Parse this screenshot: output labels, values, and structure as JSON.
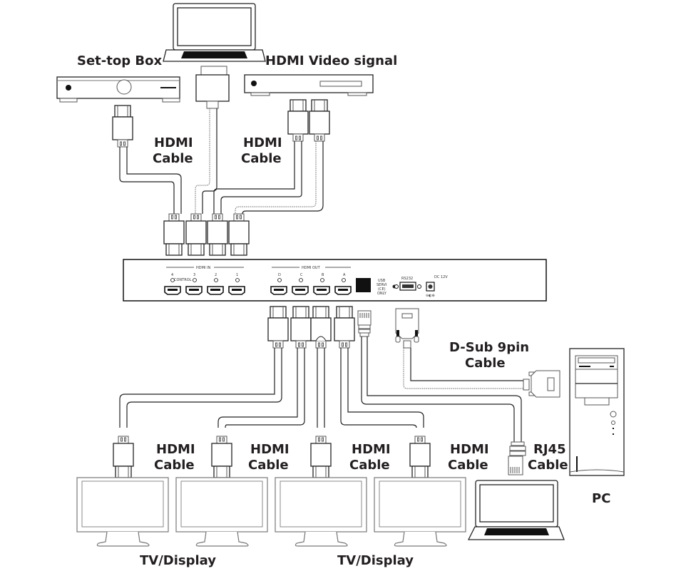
{
  "labels": {
    "set_top_box": "Set-top Box",
    "hdmi_video_signal": "HDMI Video signal",
    "hdmi_cable_in_left": [
      "HDMI",
      "Cable"
    ],
    "hdmi_cable_in_right": [
      "HDMI",
      "Cable"
    ],
    "dsub_cable": [
      "D-Sub 9pin",
      "Cable"
    ],
    "hdmi_cable_out": [
      [
        "HDMI",
        "Cable"
      ],
      [
        "HDMI",
        "Cable"
      ],
      [
        "HDMI",
        "Cable"
      ],
      [
        "HDMI",
        "Cable"
      ]
    ],
    "rj45_cable": [
      "RJ45",
      "Cable"
    ],
    "pc": "PC",
    "tv_display_left": "TV/Display",
    "tv_display_right": "TV/Display"
  },
  "device_panel": {
    "hdmi_in_title": "HDMI IN",
    "hdmi_in_ports": [
      "4",
      "3",
      "2",
      "1"
    ],
    "control_label": "CONTROL",
    "hdmi_out_title": "HDMI OUT",
    "hdmi_out_ports": [
      "D",
      "C",
      "B",
      "A"
    ],
    "usb_label": [
      "USB",
      "SERVI",
      "(CE)",
      "ONLY"
    ],
    "rs232_label": "RS232",
    "dc_label": "DC 12V"
  },
  "devices": {
    "sources": [
      "Set-top Box",
      "Laptop",
      "HDMI Video signal player"
    ],
    "displays": [
      "TV/Display 1",
      "TV/Display 2",
      "TV/Display 3",
      "TV/Display 4"
    ],
    "control": [
      "Laptop (RJ45)",
      "PC (D-Sub 9pin)"
    ]
  }
}
